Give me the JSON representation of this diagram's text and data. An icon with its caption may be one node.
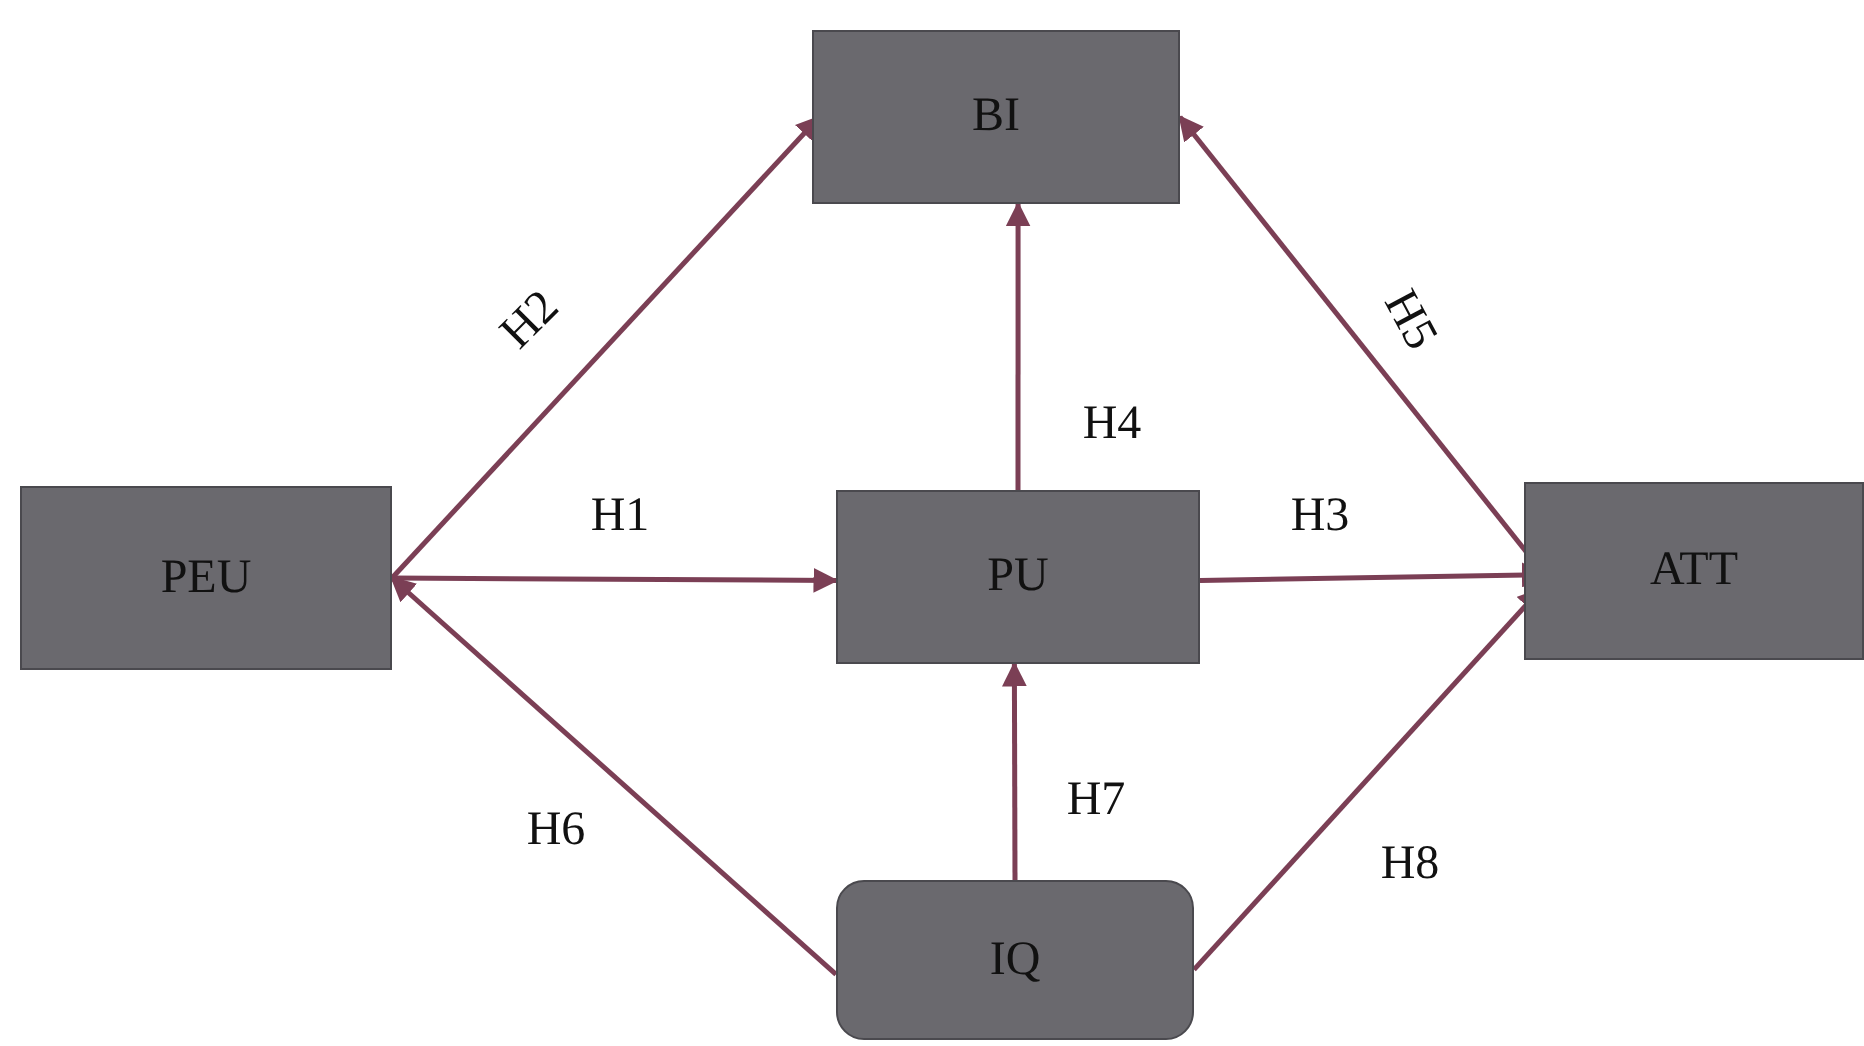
{
  "diagram": {
    "nodes": [
      {
        "text": [
          "BI"
        ]
      },
      {
        "text": [
          "PEU"
        ]
      },
      {
        "text": [
          "PU"
        ]
      },
      {
        "text": [
          "ATT"
        ]
      },
      {
        "text": [
          "IQ"
        ]
      }
    ],
    "edges": [
      {
        "from": 1,
        "to": 0,
        "arrow": "to",
        "label": "H2"
      },
      {
        "from": 1,
        "to": 2,
        "arrow": "to",
        "label": "H1"
      },
      {
        "from": 2,
        "to": 0,
        "arrow": "to",
        "label": "H4"
      },
      {
        "from": 2,
        "to": 3,
        "arrow": "to",
        "label": "H3"
      },
      {
        "from": 3,
        "to": 0,
        "arrow": "to",
        "label": "H5"
      },
      {
        "from": 4,
        "to": 1,
        "arrow": "to",
        "label": "H6"
      },
      {
        "from": 4,
        "to": 2,
        "arrow": "to",
        "label": "H7"
      },
      {
        "from": 4,
        "to": 3,
        "arrow": "to",
        "label": "H8"
      }
    ]
  }
}
